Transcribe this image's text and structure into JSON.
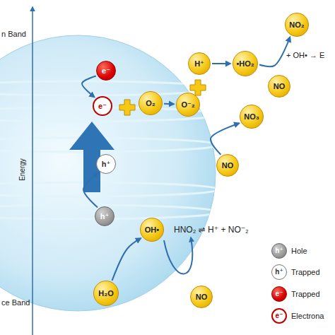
{
  "diagram": {
    "nodes": [
      {
        "text": [
          "e⁻"
        ]
      },
      {
        "text": [
          "e⁻"
        ]
      },
      {
        "text": [
          "O₂"
        ]
      },
      {
        "text": [
          "O⁻₂"
        ]
      },
      {
        "text": [
          "H⁺"
        ]
      },
      {
        "text": [
          "•HO₂"
        ]
      },
      {
        "text": [
          "NO₂"
        ]
      },
      {
        "text": [
          "NO"
        ]
      },
      {
        "text": [
          "NO₃"
        ]
      },
      {
        "text": [
          "NO"
        ]
      },
      {
        "text": [
          "h⁺"
        ]
      },
      {
        "text": [
          "h⁺"
        ]
      },
      {
        "text": [
          "OH•"
        ]
      },
      {
        "text": [
          "H₂O"
        ]
      },
      {
        "text": [
          "NO"
        ]
      },
      {
        "text": [
          "h⁺"
        ]
      },
      {
        "text": [
          "h⁺"
        ]
      },
      {
        "text": [
          "e⁻"
        ]
      },
      {
        "text": [
          "e⁻"
        ]
      }
    ],
    "edges": [
      {
        "from": 0,
        "to": 1,
        "arrow": "to"
      },
      {
        "from": 2,
        "to": 3,
        "arrow": "to"
      },
      {
        "from": 4,
        "to": 5,
        "arrow": "to"
      },
      {
        "from": 5,
        "to": 6,
        "arrow": "to"
      },
      {
        "from": 9,
        "to": 8,
        "arrow": "to"
      },
      {
        "from": 11,
        "to": 10,
        "arrow": "to"
      },
      {
        "from": 13,
        "to": 12,
        "arrow": "to"
      }
    ],
    "labels": [
      "n Band",
      "ce Band",
      "Energy",
      "+ OH• → E",
      "HNO₂ ⇌ H⁺ + NO⁻₂"
    ],
    "legend": [
      {
        "text": "Hole"
      },
      {
        "text": "Trapped"
      },
      {
        "text": "Trapped"
      },
      {
        "text": "Electrona"
      }
    ]
  }
}
